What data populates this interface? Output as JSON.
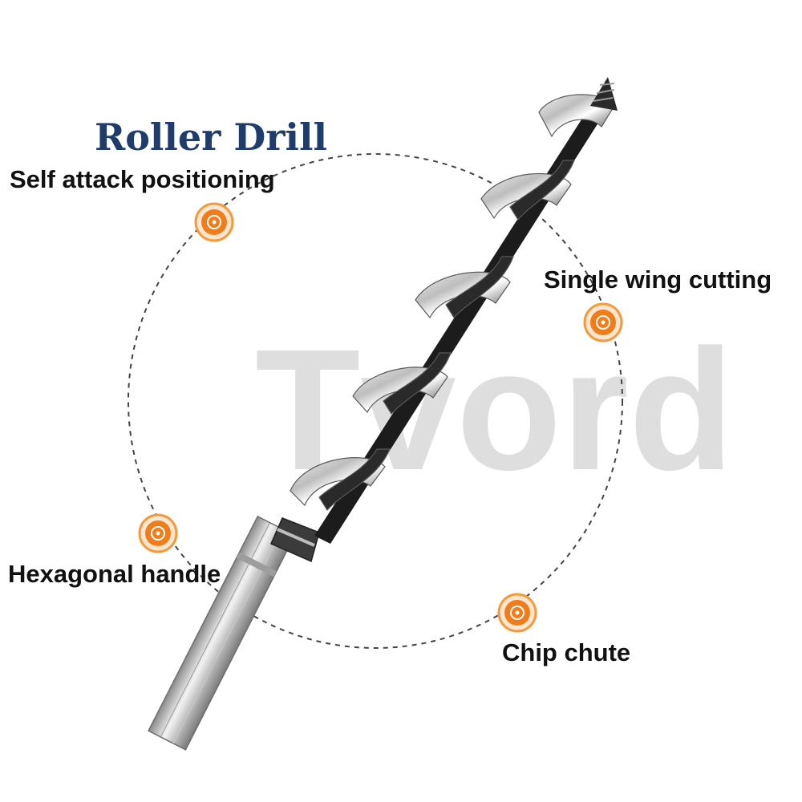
{
  "title": "Roller Drill",
  "features": {
    "self_attack": "Self attack positioning",
    "single_wing": "Single wing cutting",
    "hexagonal_handle": "Hexagonal handle",
    "chip_chute": "Chip chute"
  },
  "watermark": "Tvord",
  "icons": {
    "feature_marker": "drill-bit-badge-icon"
  },
  "colors": {
    "title": "#1f3c6b",
    "marker_ring": "#f39a3c",
    "marker_fill": "#f07d1c",
    "watermark": "#d9d9d9",
    "dashed_circle": "#444444"
  }
}
